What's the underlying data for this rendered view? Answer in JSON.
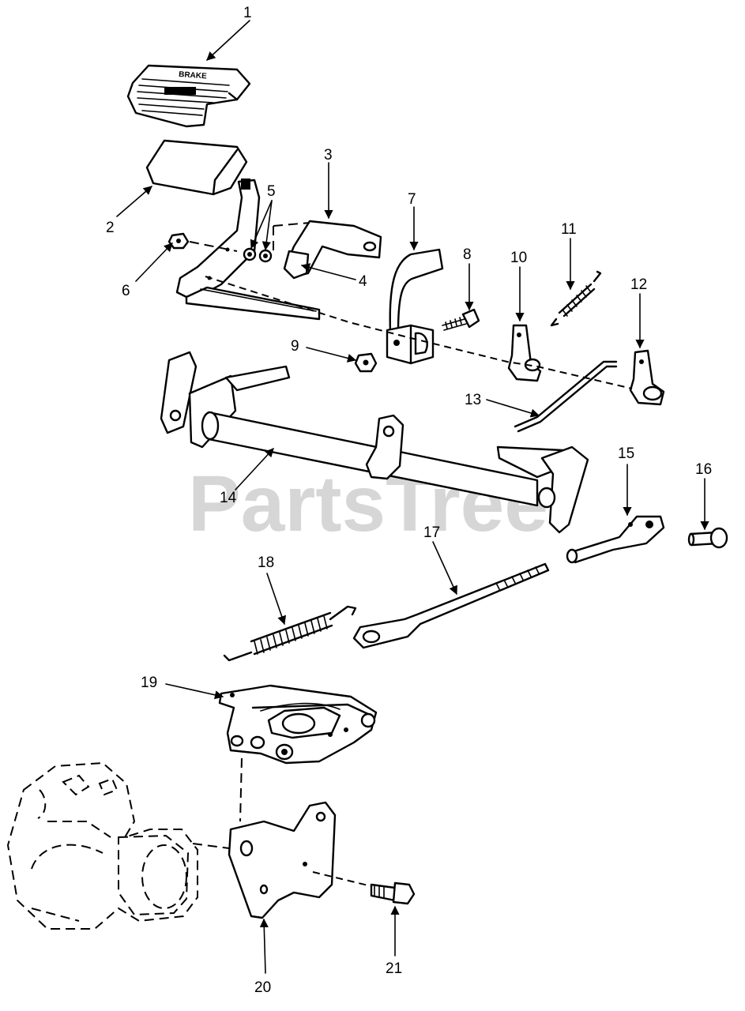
{
  "watermark": "PartsTree",
  "pedal_pad_text": "BRAKE",
  "callouts": [
    "1",
    "2",
    "3",
    "4",
    "5",
    "6",
    "7",
    "8",
    "9",
    "10",
    "11",
    "12",
    "13",
    "14",
    "15",
    "16",
    "17",
    "18",
    "19",
    "20",
    "21"
  ]
}
